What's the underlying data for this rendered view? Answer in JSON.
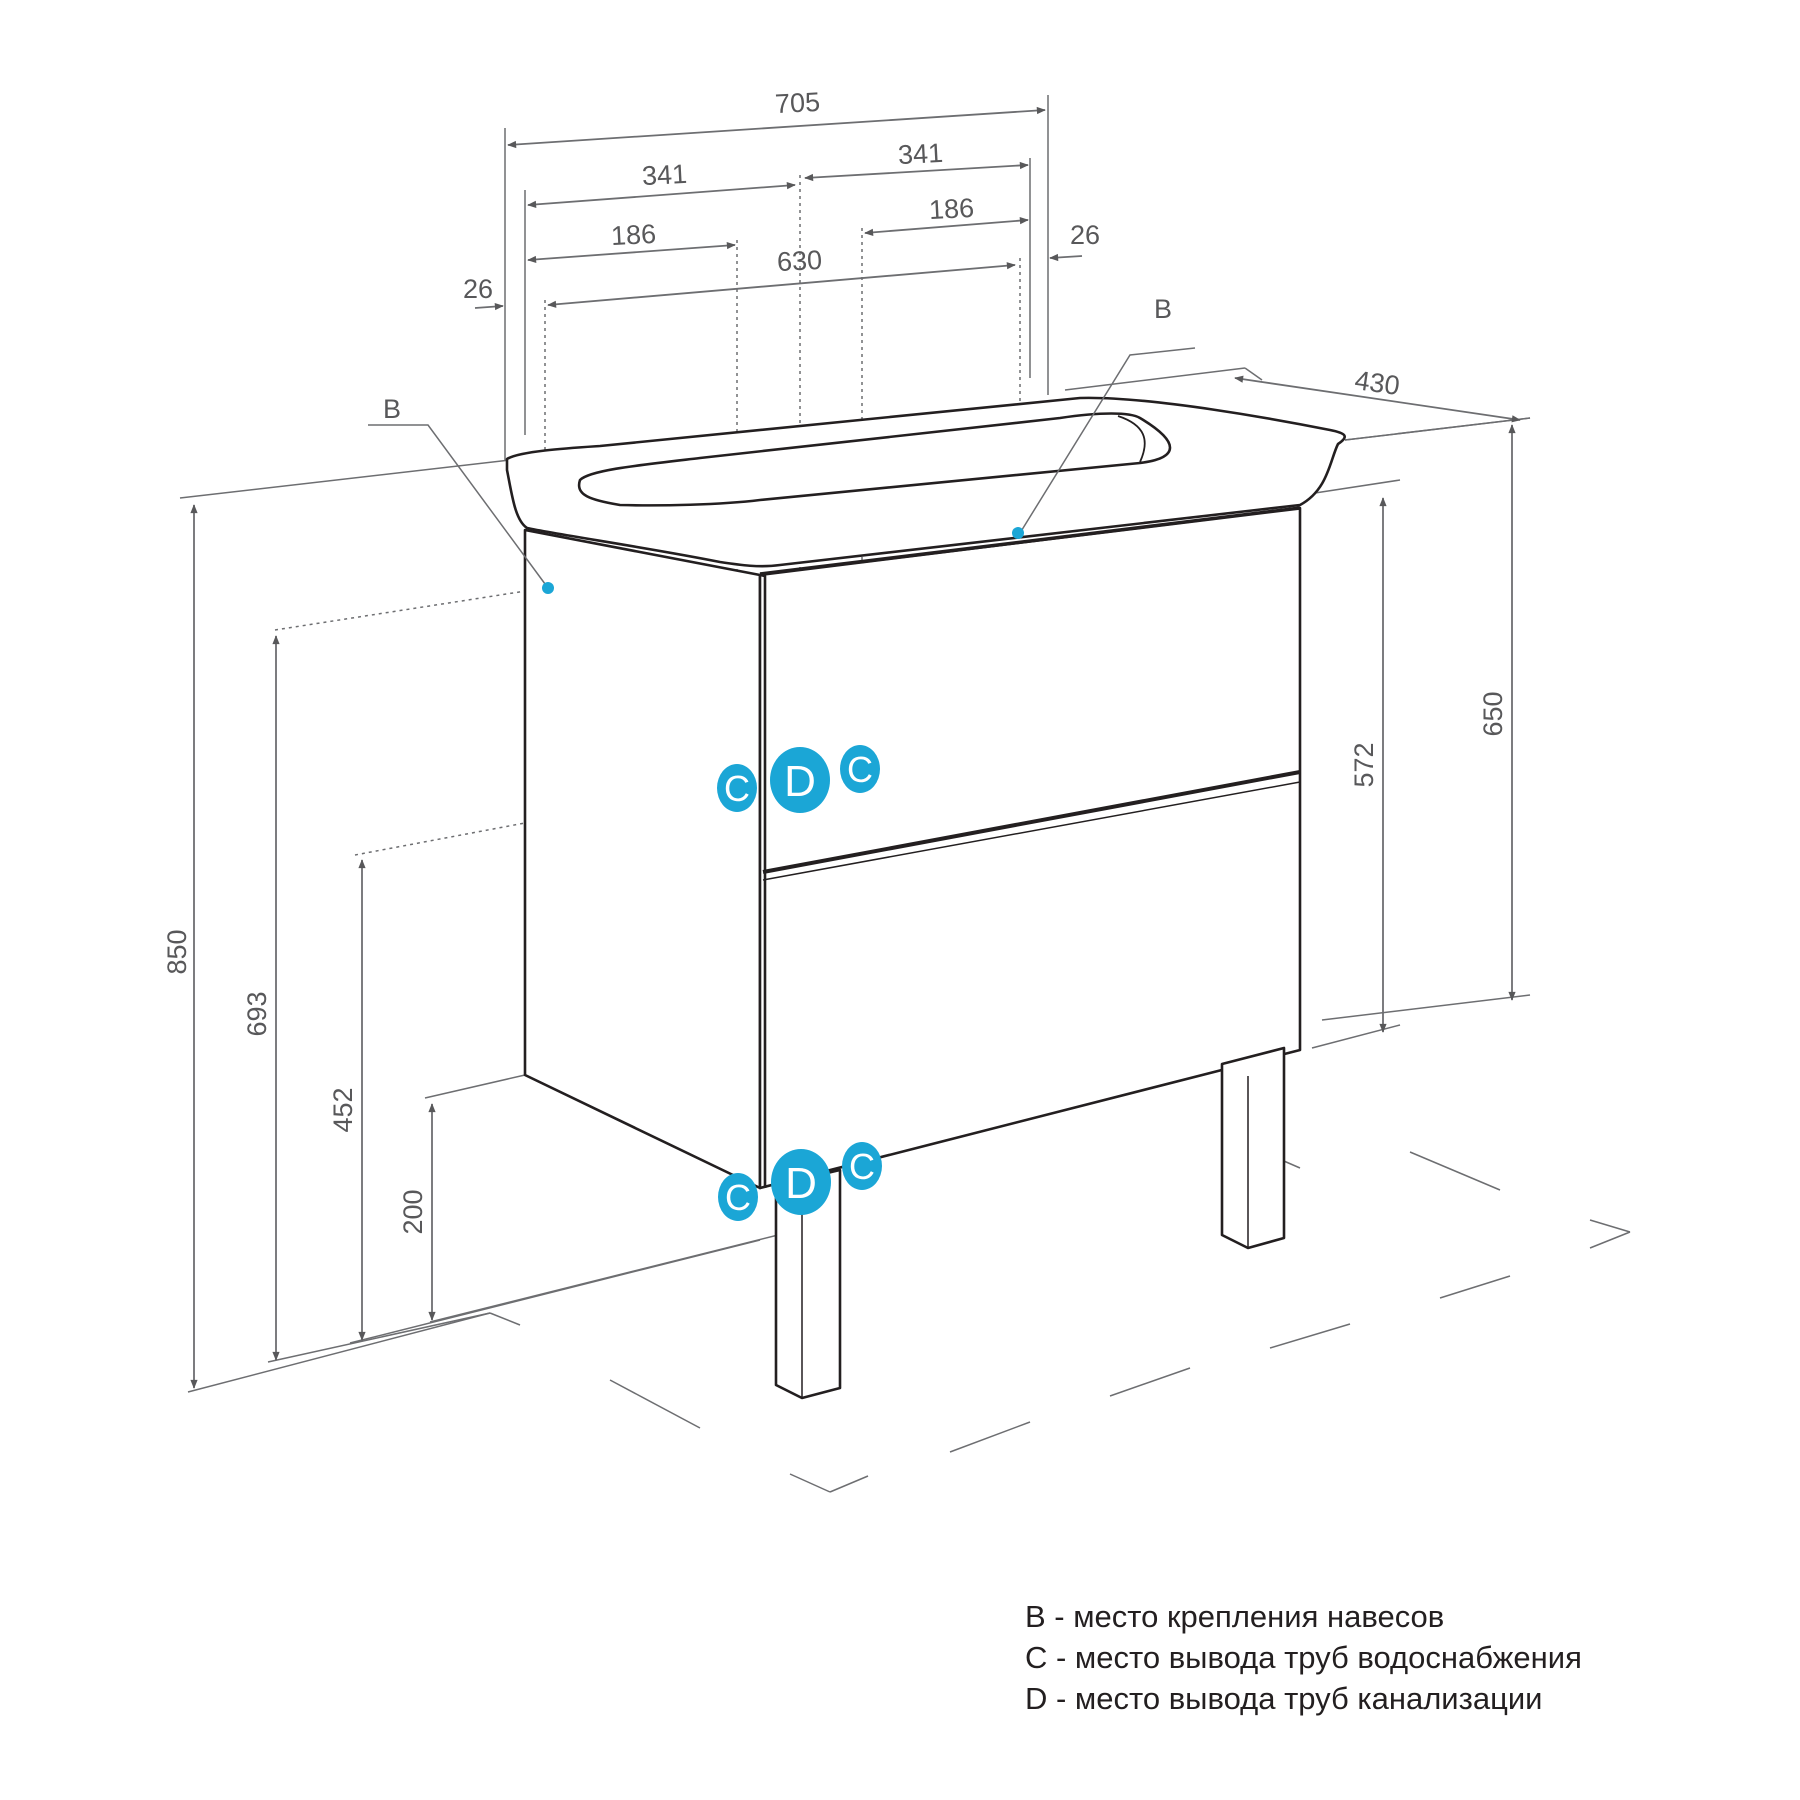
{
  "colors": {
    "outline": "#231f20",
    "dimension": "#58585a",
    "marker": "#1ba6d6"
  },
  "dimensions": {
    "overall_width": "705",
    "left_half": "341",
    "right_half": "341",
    "left_inner": "186",
    "right_inner": "186",
    "basin_width": "630",
    "left_offset": "26",
    "right_offset": "26",
    "depth": "430",
    "total_height": "850",
    "mount_height": "693",
    "supply_height": "452",
    "drain_height": "200",
    "front_height": "572",
    "rear_height": "650"
  },
  "labels": {
    "b_left": "B",
    "b_right": "B",
    "c": "C",
    "d": "D"
  },
  "legend": [
    "B - место крепления навесов",
    "C - место вывода труб водоснабжения",
    "D - место вывода труб канализации"
  ]
}
